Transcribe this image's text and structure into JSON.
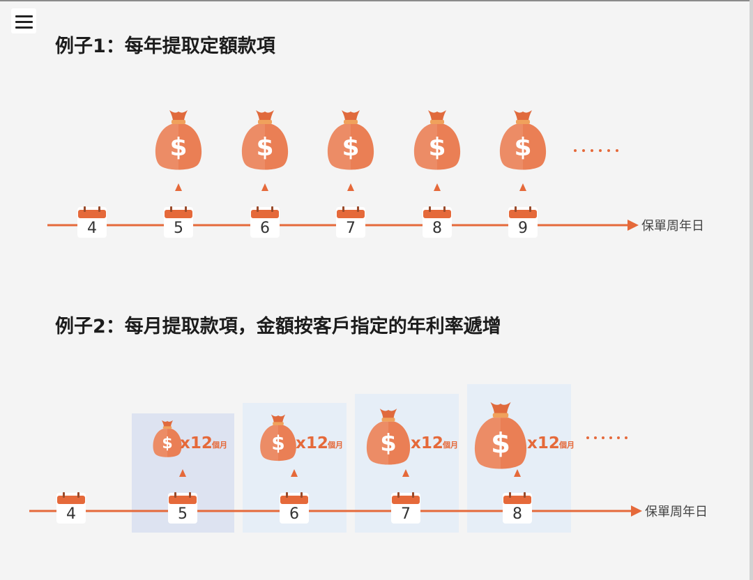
{
  "menu": {
    "icon": "hamburger-menu-icon"
  },
  "example1": {
    "title": "例子1：每年提取定額款項",
    "years": [
      "4",
      "5",
      "6",
      "7",
      "8",
      "9"
    ],
    "withdrawal_years": [
      "5",
      "6",
      "7",
      "8",
      "9"
    ],
    "continuation": "......",
    "axis_label": "保單周年日"
  },
  "example2": {
    "title": "例子2：每月提取款項，金額按客戶指定的年利率遞增",
    "years": [
      "4",
      "5",
      "6",
      "7",
      "8"
    ],
    "withdrawal_years": [
      "5",
      "6",
      "7",
      "8"
    ],
    "multiplier": "x12",
    "multiplier_unit": "個月",
    "continuation": "......",
    "axis_label": "保單周年日"
  },
  "colors": {
    "accent": "#e5693a",
    "bag": "#ea7f55",
    "bag_dark": "#e06a3d",
    "band_highlight": "#dde3f1",
    "band": "#e6eef7",
    "text": "#1c1c1c"
  },
  "icons": [
    "money-bag-icon",
    "calendar-icon",
    "up-arrow-icon",
    "arrow-head-icon"
  ]
}
